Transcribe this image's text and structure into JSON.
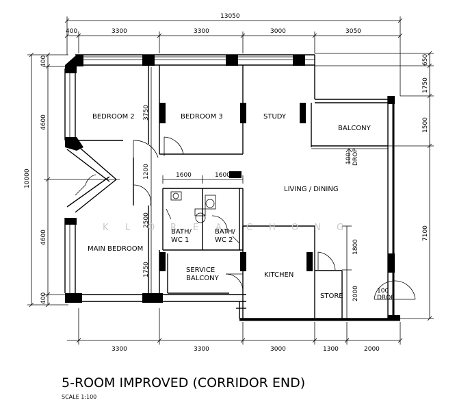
{
  "title": "5-ROOM IMPROVED (CORRIDOR END)",
  "scale": "SCALE  1:100",
  "watermark": [
    "K",
    "L",
    "O",
    "R",
    "E",
    "A",
    "C",
    "H",
    "O",
    "N",
    "G"
  ],
  "rooms": {
    "bedroom2": "BEDROOM 2",
    "bedroom3": "BEDROOM 3",
    "study": "STUDY",
    "balcony": "BALCONY",
    "living": "LIVING / DINING",
    "bath1_a": "BATH/",
    "bath1_b": "WC 1",
    "bath2_a": "BATH/",
    "bath2_b": "WC 2",
    "main_bedroom": "MAIN BEDROOM",
    "service_a": "SERVICE",
    "service_b": "BALCONY",
    "kitchen": "KITCHEN",
    "store": "STORE"
  },
  "drops": {
    "balcony_drop_a": "100",
    "balcony_drop_b": "DROP",
    "corridor_drop_a": "100",
    "corridor_drop_b": "DROP"
  },
  "dims_top": {
    "overall": "13050",
    "d1": "400",
    "d2": "3300",
    "d3": "3300",
    "d4": "3000",
    "d5": "3050"
  },
  "dims_bottom": {
    "d1": "3300",
    "d2": "3300",
    "d3": "3000",
    "d4": "1300",
    "d5": "2000"
  },
  "dims_left": {
    "overall": "10000",
    "d1": "400",
    "d2": "4600",
    "d3": "4600",
    "d4": "400"
  },
  "dims_right": {
    "d1": "650",
    "d2": "1750",
    "d3": "1500",
    "d4": "7100"
  },
  "dims_inner": {
    "v3750": "3750",
    "v1200": "1200",
    "v2500": "2500",
    "v1750": "1750",
    "h1600a": "1600",
    "h1600b": "1600",
    "v1800": "1800",
    "v2000": "2000"
  }
}
